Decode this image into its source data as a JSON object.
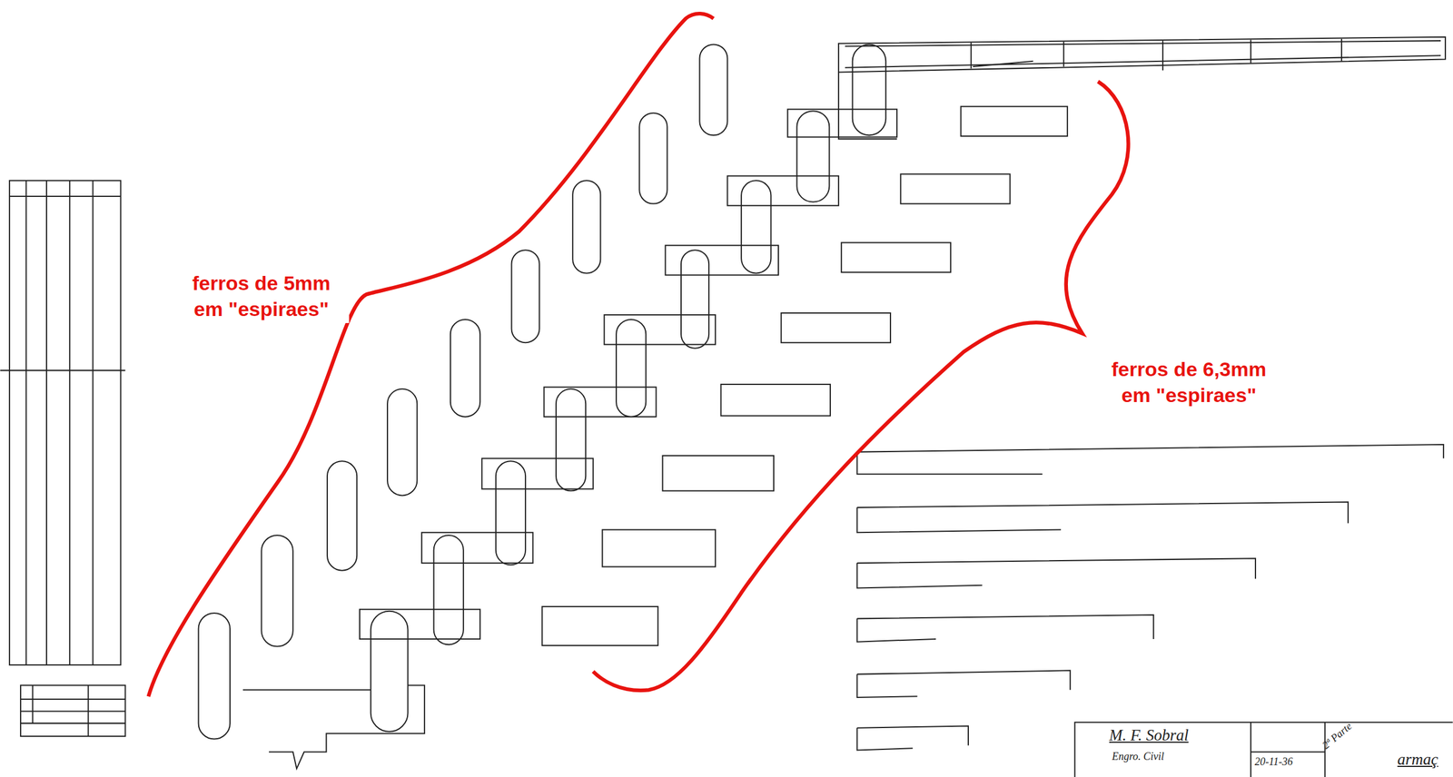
{
  "diagram": {
    "labels": [
      "ferros de 5mm em \"espiraes\"",
      "ferros de 6,3mm em \"espiraes\"",
      "M. F. Sobral",
      "Engro. Civil",
      "20-11-36",
      "2ª Parte",
      "armaç"
    ]
  }
}
